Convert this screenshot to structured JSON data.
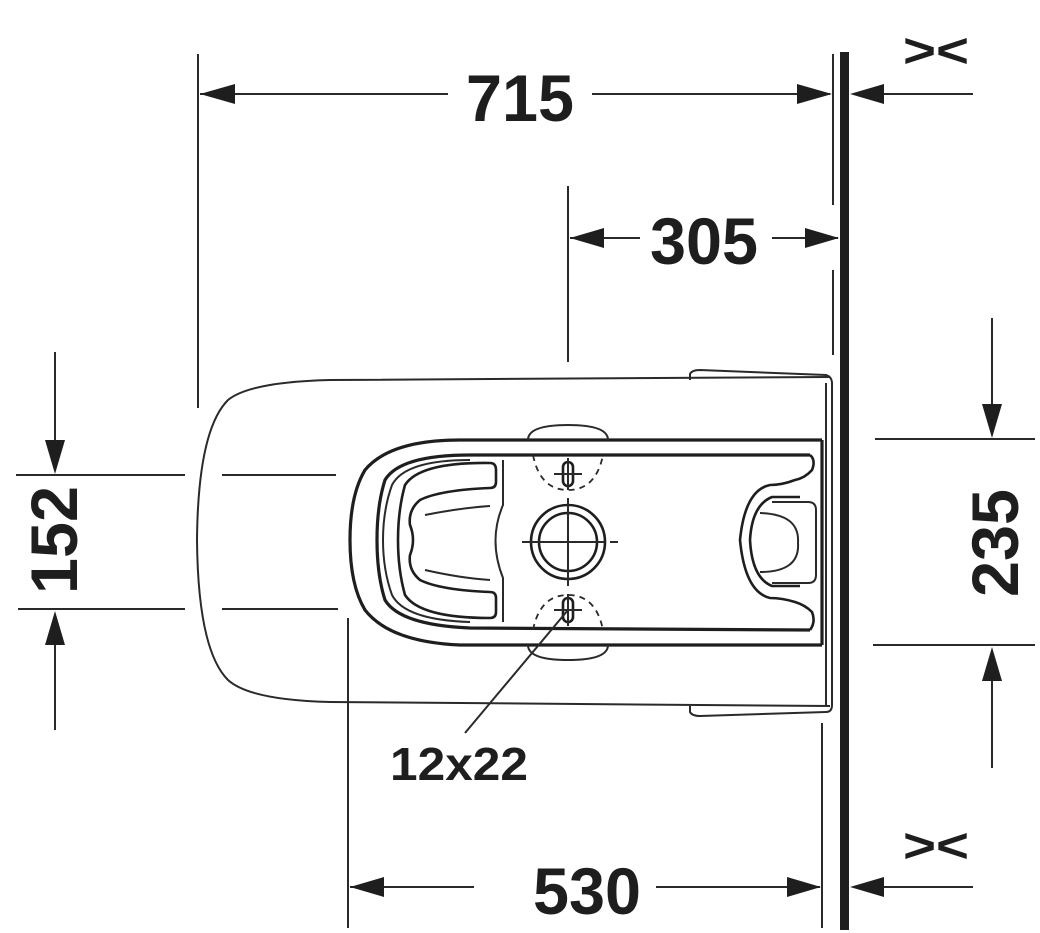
{
  "drawing": {
    "view": "top view",
    "subject": "wall-hung toilet installation dimensions",
    "units": "mm",
    "colors": {
      "line": "#1e1e1e",
      "background": "#ffffff"
    }
  },
  "dimensions": {
    "overall_depth": {
      "label": "715",
      "orientation": "horizontal"
    },
    "outlet_to_wall": {
      "label": "305",
      "orientation": "horizontal"
    },
    "mounting_depth": {
      "label": "530",
      "orientation": "horizontal"
    },
    "left_height": {
      "label": "152",
      "orientation": "vertical"
    },
    "right_height": {
      "label": "235",
      "orientation": "vertical"
    }
  },
  "annotations": {
    "fixing_hole": {
      "label": "12x22"
    },
    "wall_gap_top": {
      "symbol": "><"
    },
    "wall_gap_bottom": {
      "symbol": "><"
    }
  }
}
